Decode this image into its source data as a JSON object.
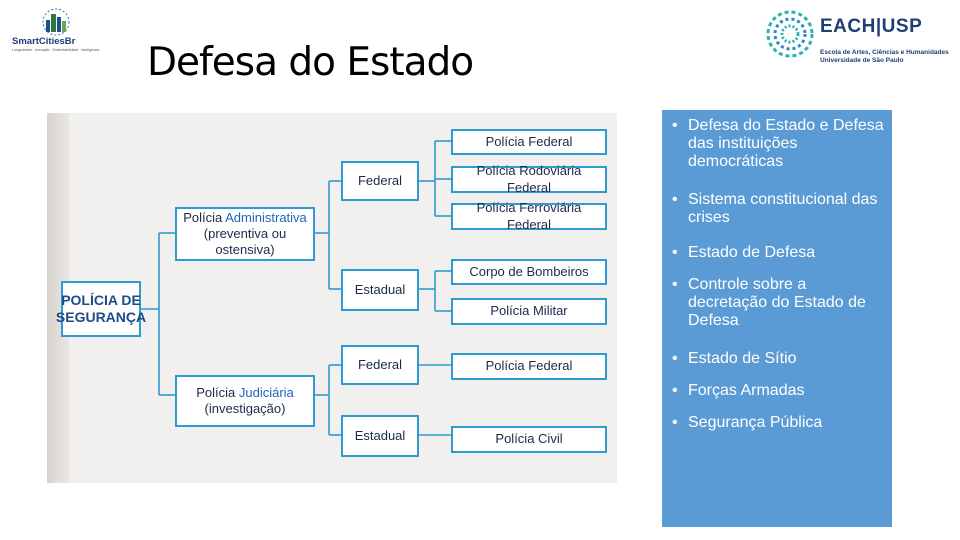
{
  "header": {
    "title": "Defesa do Estado",
    "left_logo": {
      "name": "SmartCitiesBr",
      "tagline": "Longevidade · Inovação · Sustentabilidade · Inteligência"
    },
    "right_logo": {
      "name": "EACH",
      "divider": "|",
      "org": "USP",
      "line1": "Escola de Artes, Ciências e Humanidades",
      "line2": "Universidade de São Paulo"
    }
  },
  "diagram": {
    "root": [
      "POLÍCIA DE",
      "SEGURANÇA"
    ],
    "admin": {
      "pre": "Polícia ",
      "word": "Administrativa",
      "line2": "(preventiva ou ostensiva)"
    },
    "judic": {
      "pre": "Polícia ",
      "word": "Judiciária",
      "line2": "(investigação)"
    },
    "levels": {
      "federal_1": "Federal",
      "estadual_1": "Estadual",
      "federal_2": "Federal",
      "estadual_2": "Estadual"
    },
    "leaves": {
      "pf_1": "Polícia Federal",
      "prf": "Polícia Rodoviária Federal",
      "pff": "Polícia Ferroviária Federal",
      "bombeiros": "Corpo de Bombeiros",
      "pm": "Polícia Militar",
      "pf_2": "Polícia Federal",
      "pc": "Polícia Civil"
    }
  },
  "panel": {
    "bullet": "•",
    "items": [
      "Defesa do Estado e Defesa das instituições democráticas",
      "Sistema constitucional das crises",
      " Estado de Defesa",
      "Controle sobre a decretação do Estado de Defesa",
      "Estado de Sítio",
      "Forças Armadas",
      "Segurança Pública"
    ]
  },
  "colors": {
    "panel_bg": "#5b9bd5",
    "box_border": "#2f9bd1",
    "box_text": "#1c2a4a"
  }
}
